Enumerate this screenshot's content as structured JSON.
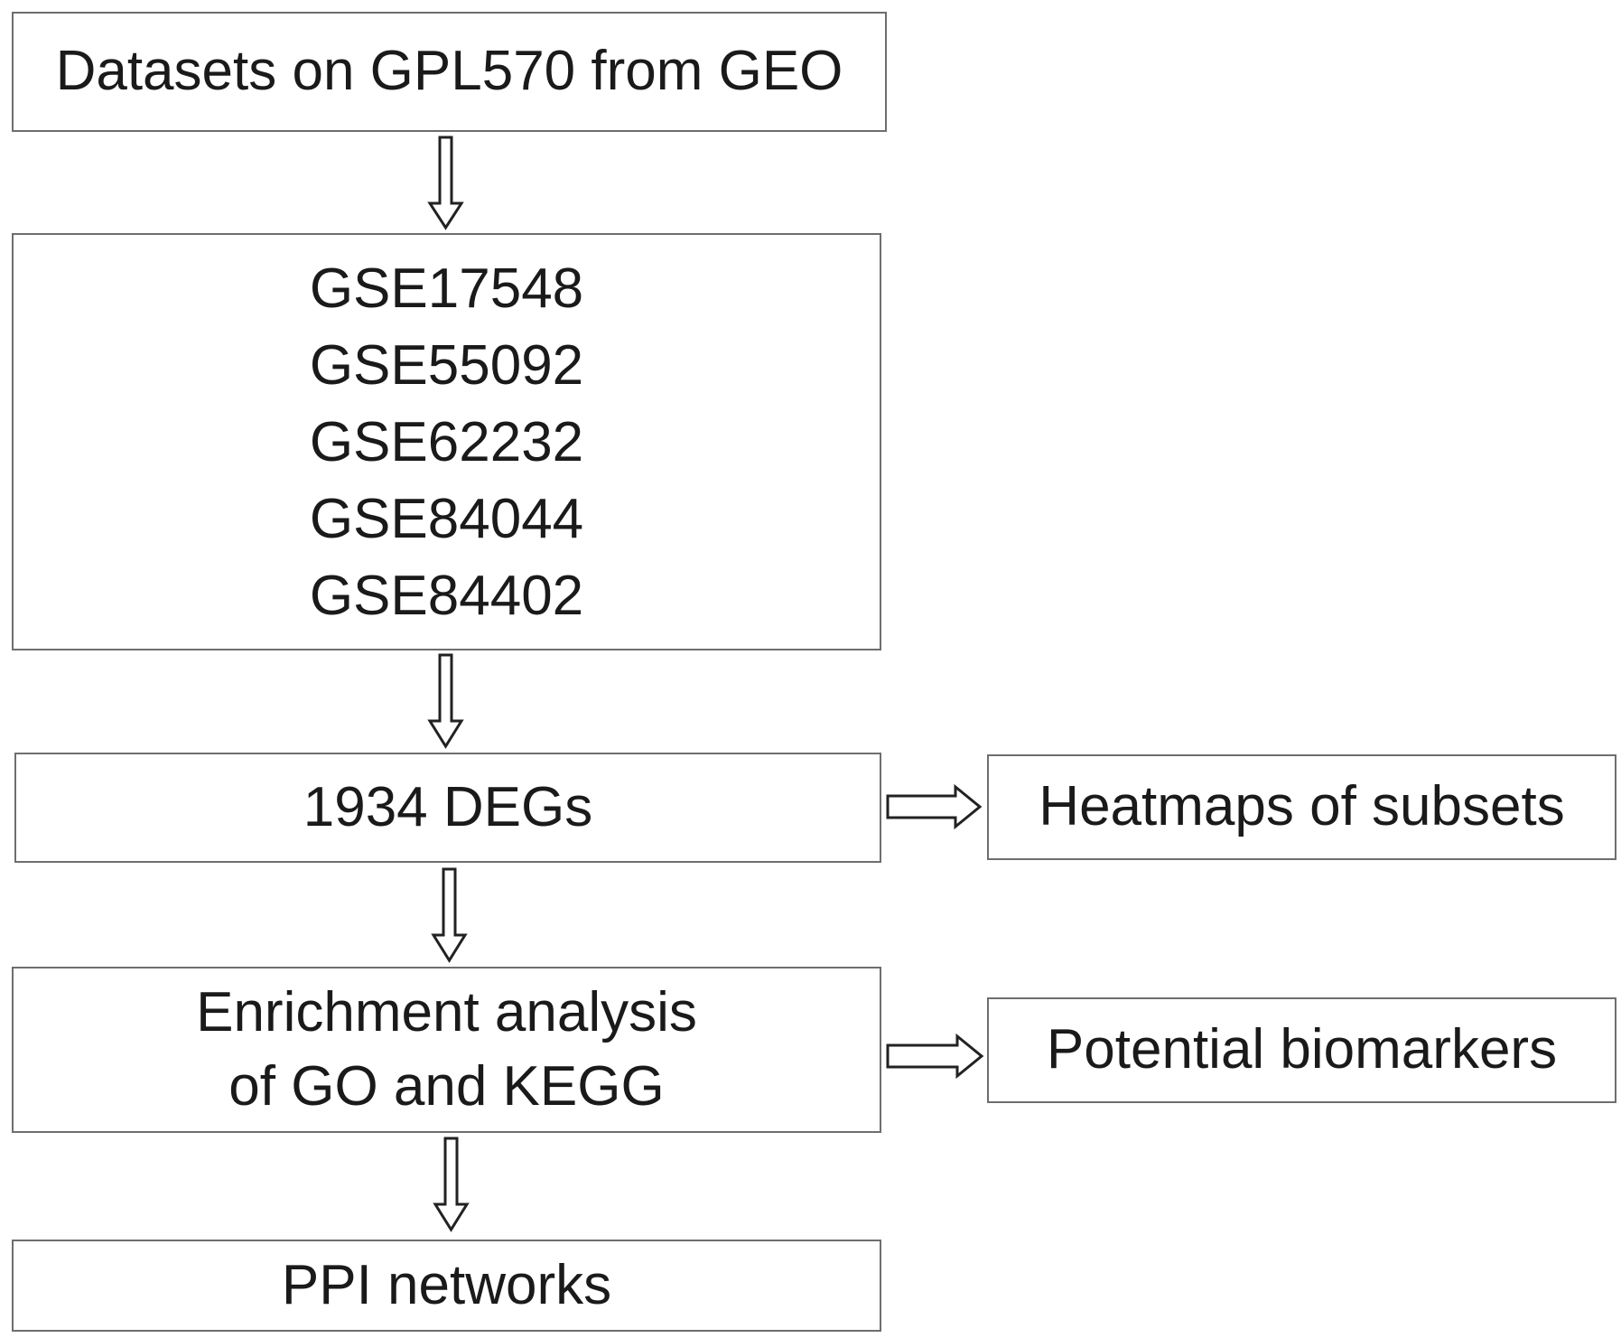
{
  "nodes": {
    "datasets": {
      "text": "Datasets on GPL570 from GEO"
    },
    "gse_list": {
      "lines": [
        "GSE17548",
        "GSE55092",
        "GSE62232",
        "GSE84044",
        "GSE84402"
      ]
    },
    "degs": {
      "text": "1934 DEGs"
    },
    "heatmaps": {
      "text": "Heatmaps of subsets"
    },
    "enrichment": {
      "lines": [
        "Enrichment analysis",
        "of GO and KEGG"
      ]
    },
    "biomarkers": {
      "text": "Potential biomarkers"
    },
    "ppi": {
      "text": "PPI networks"
    }
  },
  "edges": [
    {
      "from": "datasets",
      "to": "gse_list"
    },
    {
      "from": "gse_list",
      "to": "degs"
    },
    {
      "from": "degs",
      "to": "heatmaps"
    },
    {
      "from": "degs",
      "to": "enrichment"
    },
    {
      "from": "enrichment",
      "to": "biomarkers"
    },
    {
      "from": "enrichment",
      "to": "ppi"
    }
  ],
  "colors": {
    "box_border": "#6e6e6e",
    "arrow_stroke": "#222222",
    "text": "#1a1a1a"
  }
}
